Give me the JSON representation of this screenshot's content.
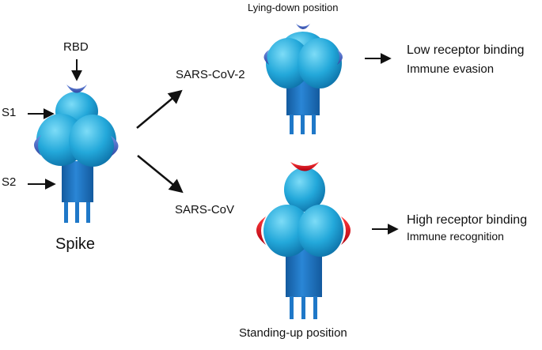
{
  "labels": {
    "rbd": "RBD",
    "s1": "S1",
    "s2": "S2",
    "spike": "Spike",
    "sars_cov_2": "SARS-CoV-2",
    "sars_cov": "SARS-CoV",
    "lying_down": "Lying-down position",
    "standing_up": "Standing-up position",
    "low_binding": "Low receptor binding",
    "immune_evasion": "Immune evasion",
    "high_binding": "High receptor binding",
    "immune_recognition": "Immune recognition"
  },
  "colors": {
    "head_light": "#62d0f2",
    "head_mid": "#22a6d8",
    "head_dark": "#0b6fa6",
    "stalk": "#1f78c8",
    "stalk_dark": "#135a9e",
    "rbd_blue": "#4a68c8",
    "rbd_red": "#e3141c",
    "arrow": "#111111"
  }
}
